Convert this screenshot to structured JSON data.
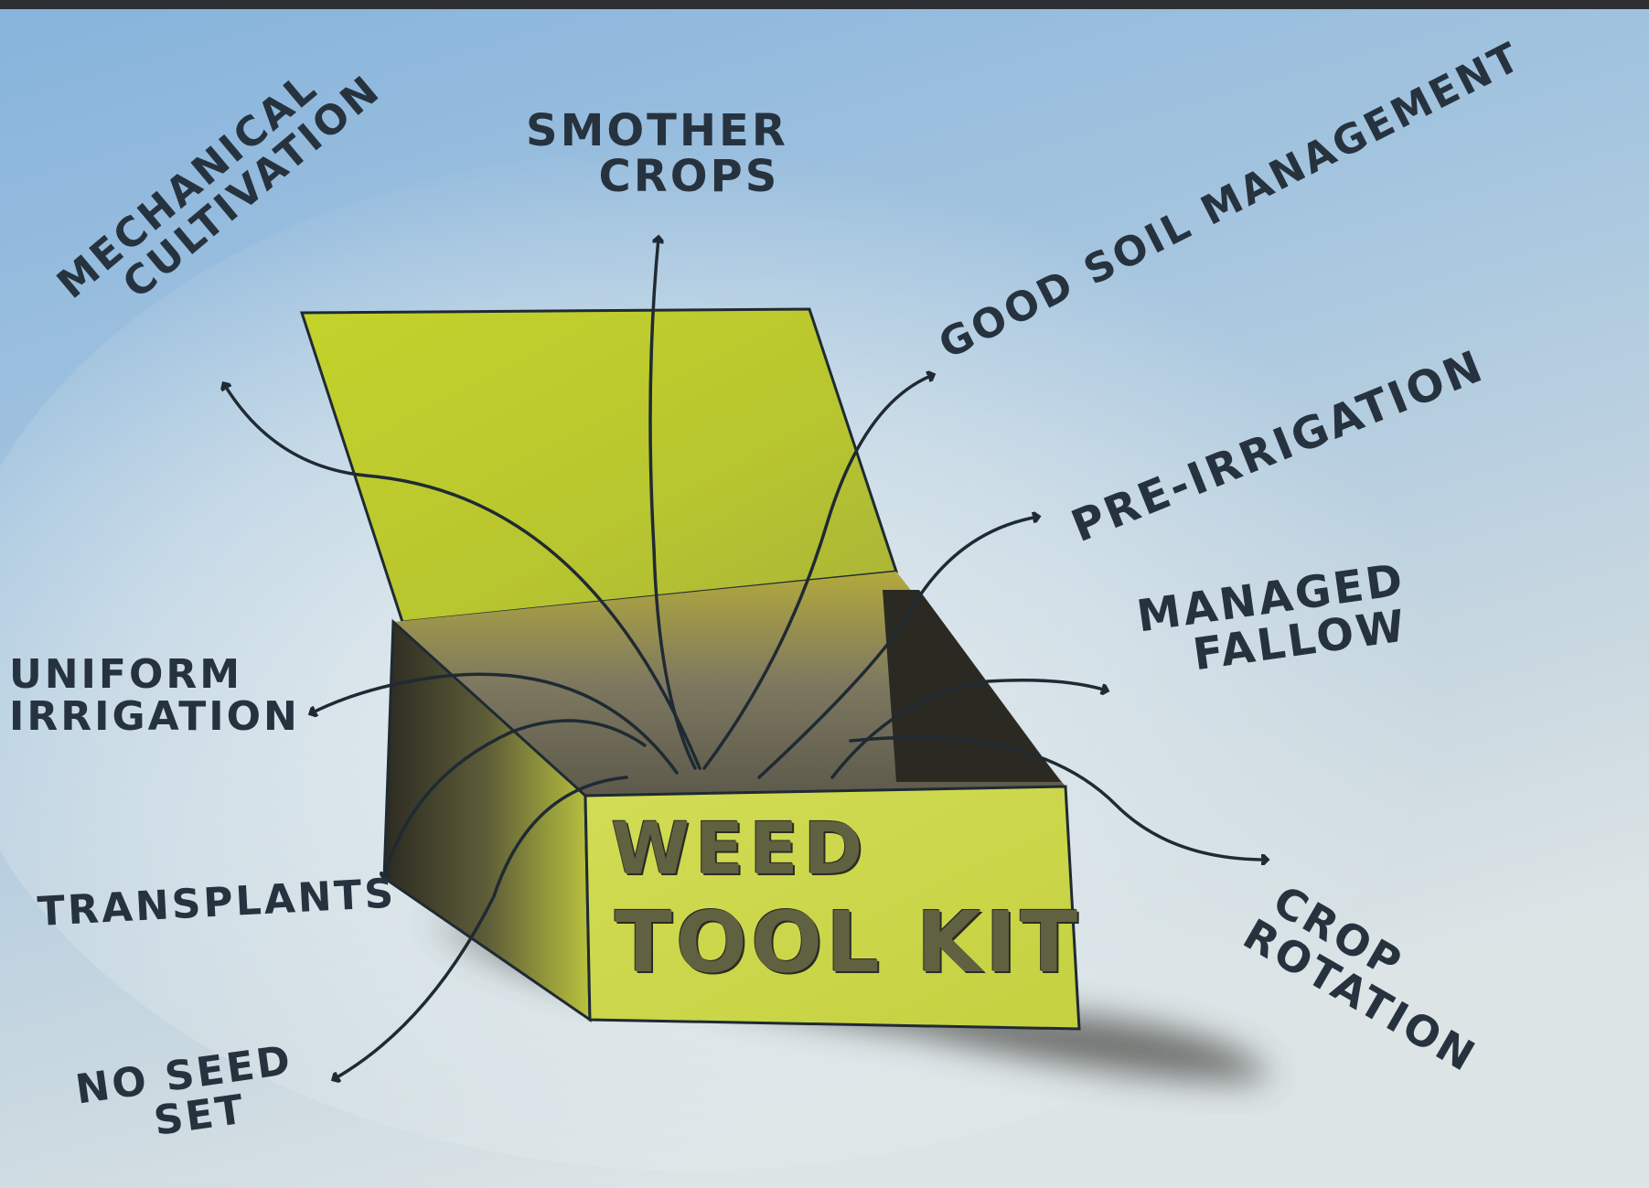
{
  "box": {
    "line1": "WEED",
    "line2": "TOOL KIT"
  },
  "labels": {
    "mechanical_cultivation": [
      "MECHANICAL",
      "CULTIVATION"
    ],
    "smother_crops": [
      "SMOTHER",
      "CROPS"
    ],
    "good_soil_management": "GOOD SOIL MANAGEMENT",
    "pre_irrigation": "PRE-IRRIGATION",
    "managed_fallow": [
      "MANAGED",
      "FALLOW"
    ],
    "uniform_irrigation": [
      "UNIFORM",
      "IRRIGATION"
    ],
    "transplants": "TRANSPLANTS",
    "no_seed_set": [
      "NO SEED",
      "SET"
    ],
    "crop_rotation": [
      "CROP",
      "ROTATION"
    ]
  },
  "colors": {
    "sky": "#8fb6d8",
    "paper": "#eef2f1",
    "box_yellow": "#c8d435",
    "box_inside_dark": "#2e2c22",
    "ink": "#1f2a33"
  }
}
